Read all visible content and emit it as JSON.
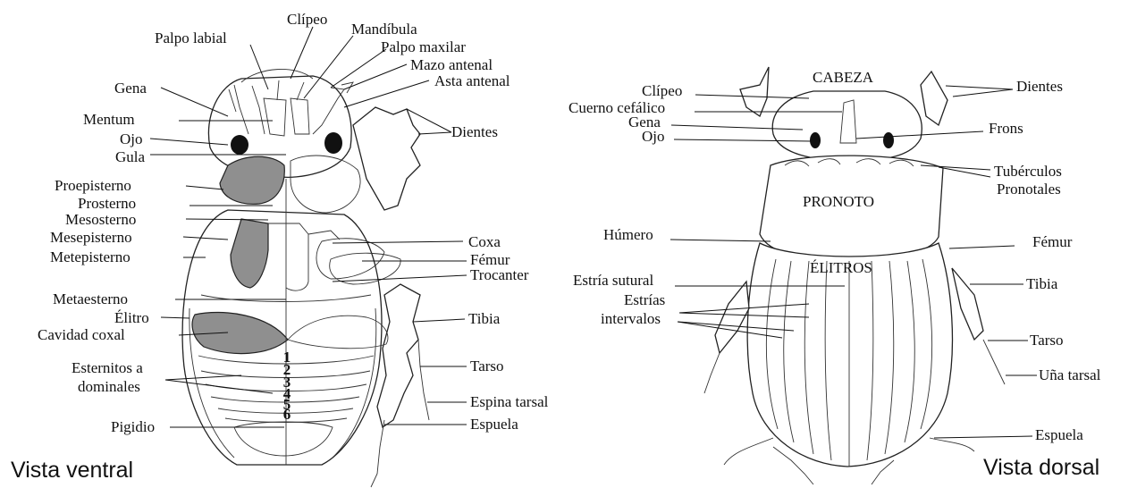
{
  "ventral": {
    "caption": "Vista ventral",
    "labels": {
      "clipeo": "Clípeo",
      "mandibula": "Mandíbula",
      "palpo_labial": "Palpo labial",
      "palpo_maxilar": "Palpo maxilar",
      "mazo_antenal": "Mazo antenal",
      "asta_antenal": "Asta antenal",
      "gena": "Gena",
      "mentum": "Mentum",
      "ojo": "Ojo",
      "gula": "Gula",
      "dientes": "Dientes",
      "proepisterno": "Proepisterno",
      "prosterno": "Prosterno",
      "mesosterno": "Mesosterno",
      "mesepisterno": "Mesepisterno",
      "metepisterno": "Metepisterno",
      "coxa": "Coxa",
      "femur": "Fémur",
      "trocanter": "Trocanter",
      "metaesterno": "Metaesterno",
      "elitro": "Élitro",
      "cavidad_coxal": "Cavidad coxal",
      "tibia": "Tibia",
      "esternitos_1": "Esternitos a",
      "esternitos_2": "dominales",
      "tarso": "Tarso",
      "espina_tarsal": "Espina tarsal",
      "pigidio": "Pigidio",
      "espuela": "Espuela"
    },
    "segment_numbers": [
      "1",
      "2",
      "3",
      "4",
      "5",
      "6"
    ]
  },
  "dorsal": {
    "caption": "Vista dorsal",
    "labels": {
      "cabeza": "CABEZA",
      "dientes": "Dientes",
      "clipeo": "Clípeo",
      "cuerno_cefalico": "Cuerno cefálico",
      "gena": "Gena",
      "ojo": "Ojo",
      "frons": "Frons",
      "tuberculos_1": "Tubérculos",
      "tuberculos_2": "Pronotales",
      "pronoto": "PRONOTO",
      "humero": "Húmero",
      "femur": "Fémur",
      "elitros": "ÉLITROS",
      "estria_sutural": "Estría sutural",
      "tibia": "Tibia",
      "estrias": "Estrías",
      "intervalos": "intervalos",
      "tarso": "Tarso",
      "una_tarsal": "Uña tarsal",
      "espuela": "Espuela"
    }
  }
}
